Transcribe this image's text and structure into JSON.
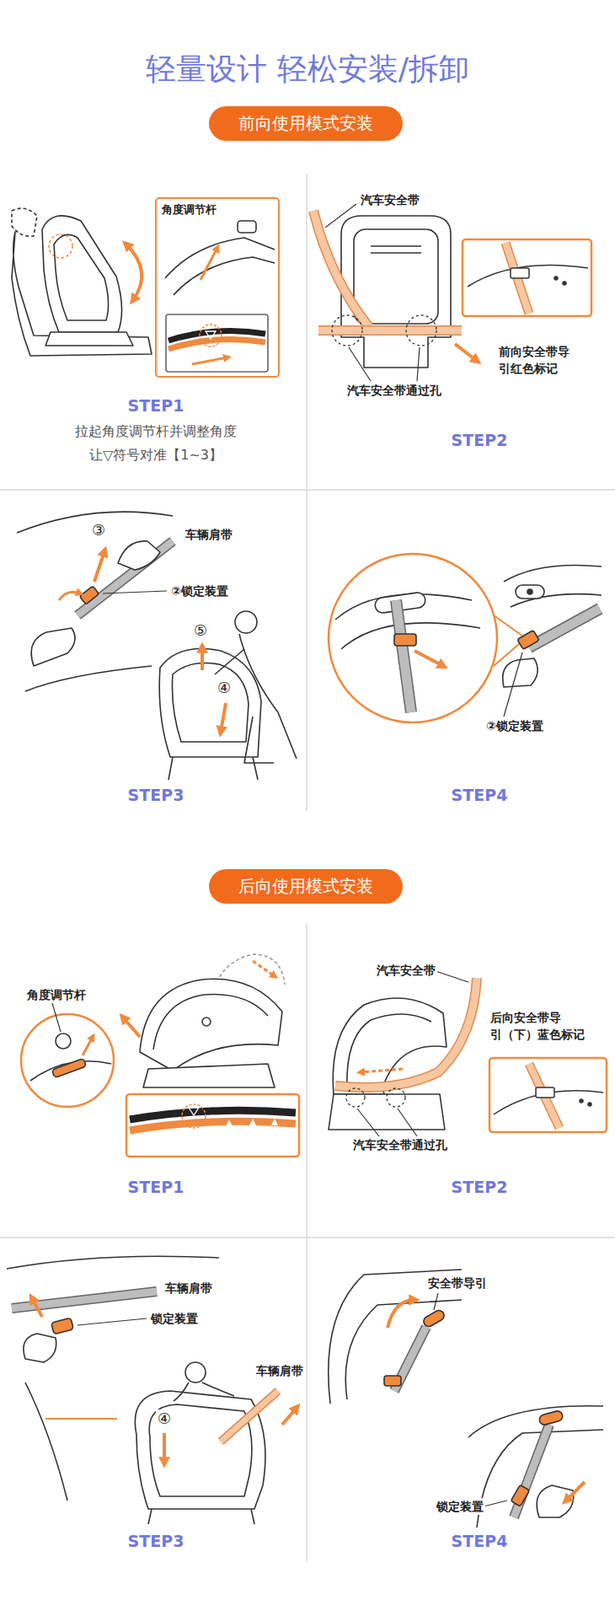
{
  "diagram": {
    "title": "轻量设计 轻松安装/拆卸",
    "nodes": [
      {
        "text": [
          "前向使用模式安装"
        ]
      },
      {
        "text": [
          "角度调节杆"
        ]
      },
      {
        "text": [
          "后向使用模式安装"
        ]
      }
    ],
    "labels": [
      "STEP1",
      "拉起角度调节杆并调整角度 让▽符号对准【1~3】",
      "汽车安全带",
      "前向安全带导 引红色标记",
      "汽车安全带通过孔",
      "STEP2",
      "③",
      "车辆肩带",
      "②锁定装置",
      "⑤",
      "④",
      "STEP3",
      "②锁定装置",
      "STEP4",
      "角度调节杆",
      "STEP1",
      "汽车安全带",
      "后向安全带导 引（下）蓝色标记",
      "汽车安全带通过孔",
      "STEP2",
      "车辆肩带",
      "锁定装置",
      "车辆肩带",
      "④",
      "STEP3",
      "安全带导引",
      "锁定装置",
      "STEP4"
    ]
  }
}
